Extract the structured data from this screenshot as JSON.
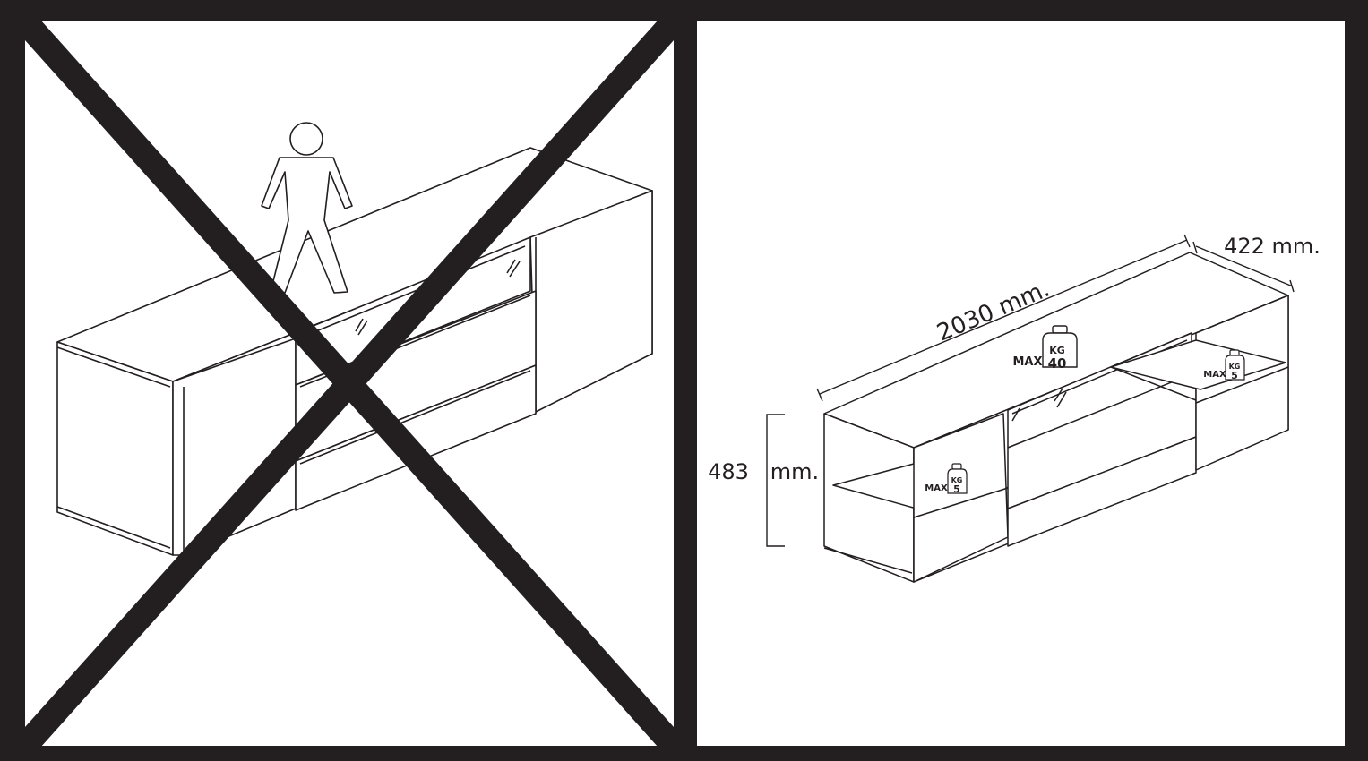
{
  "figure": {
    "stroke_color": "#231f20",
    "background_color": "#ffffff",
    "left_panel": {
      "icon": "prohibited-cross-icon",
      "meaning_icon": "person-standing-on-cabinet-icon"
    },
    "right_panel": {
      "dimensions": {
        "width": "2030 mm.",
        "depth": "422 mm.",
        "height_value": "483",
        "height_unit": "mm."
      },
      "weight_limits": [
        {
          "max_label": "MAX",
          "unit": "KG",
          "value": "40"
        },
        {
          "max_label": "MAX",
          "unit": "KG",
          "value": "5"
        },
        {
          "max_label": "MAX",
          "unit": "KG",
          "value": "5"
        }
      ]
    }
  }
}
